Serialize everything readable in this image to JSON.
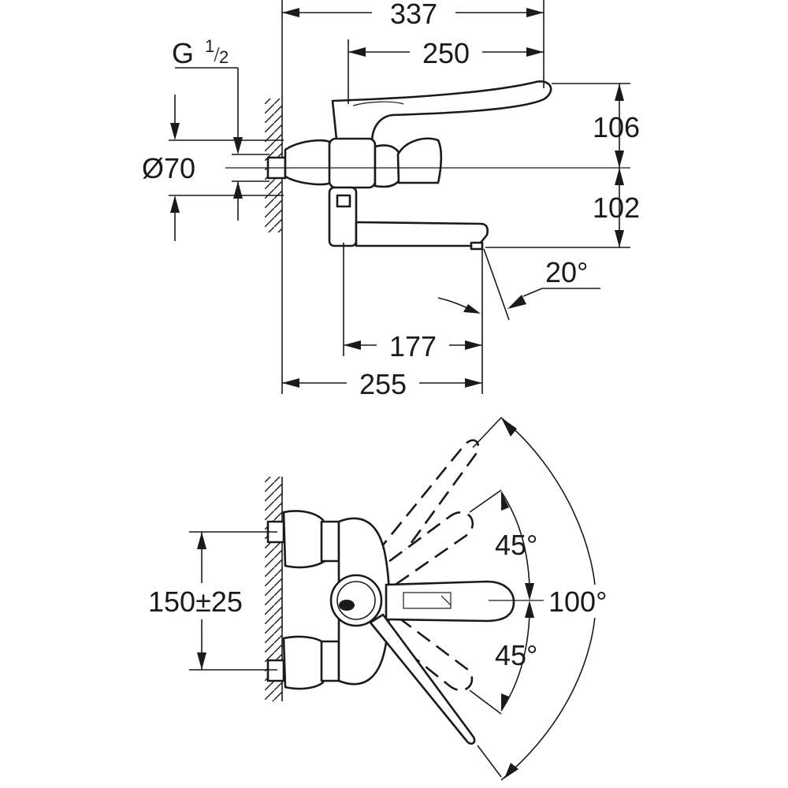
{
  "side_view": {
    "width_total": "337",
    "handle_length": "250",
    "thread_prefix": "G",
    "thread_fraction_num": "1",
    "thread_fraction_den": "2",
    "diameter": "Ø70",
    "height_top": "106",
    "height_bottom": "102",
    "spout_angle": "20°",
    "spout_reach": "177",
    "projection": "255"
  },
  "top_view": {
    "centers": "150±25",
    "swing_total": "100°",
    "swing_upper": "45°",
    "swing_lower": "45°"
  }
}
